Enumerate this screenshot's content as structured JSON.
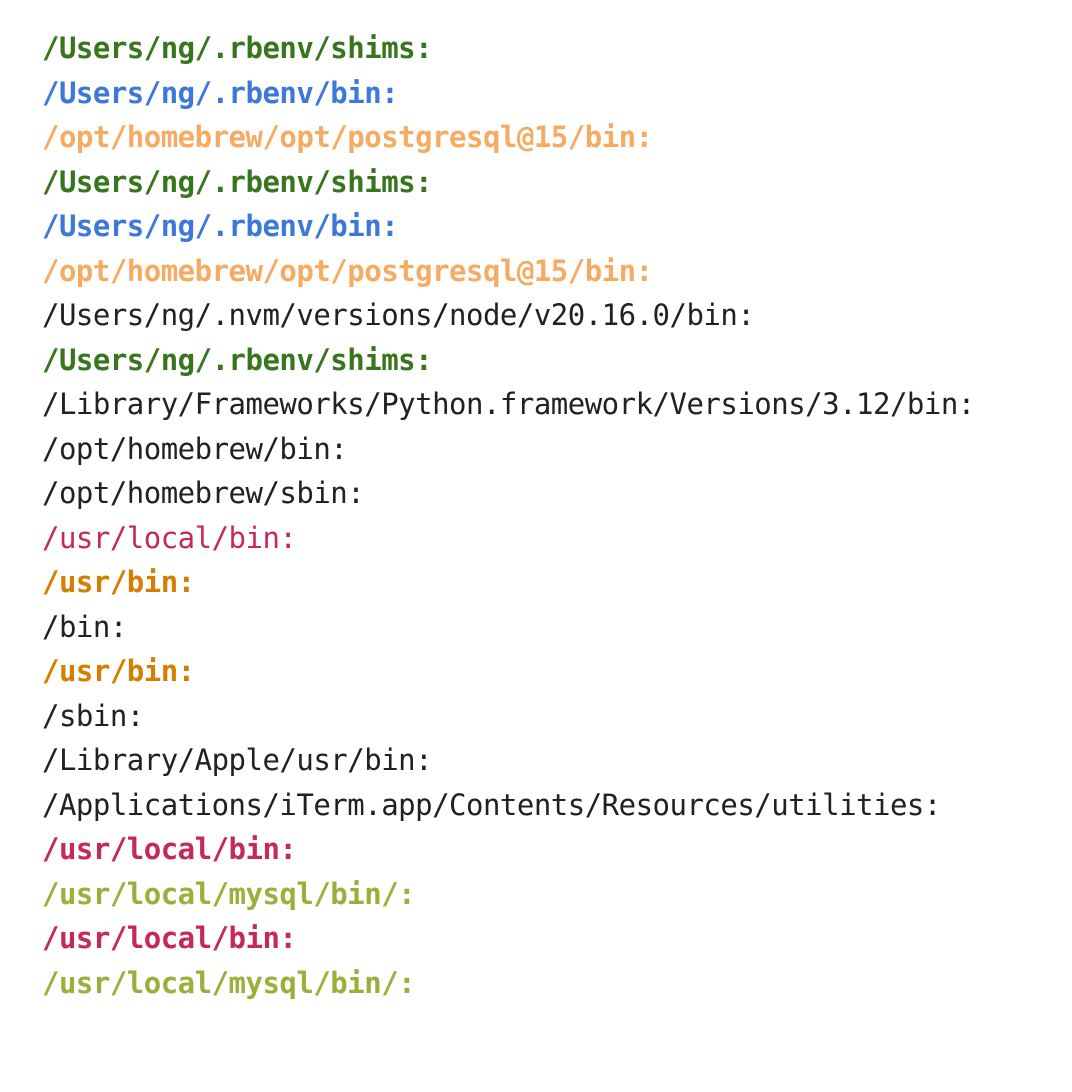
{
  "palette": {
    "green": "#38761d",
    "blue": "#3c78d8",
    "light_orange": "#f6ab63",
    "black": "#202122",
    "crimson": "#c4295a",
    "dark_orange": "#d67e00",
    "olive": "#9fae3b",
    "background": "#ffffff"
  },
  "path_entries": [
    {
      "text": "/Users/ng/.rbenv/shims:",
      "color": "green",
      "bold": true
    },
    {
      "text": "/Users/ng/.rbenv/bin:",
      "color": "blue",
      "bold": true
    },
    {
      "text": "/opt/homebrew/opt/postgresql@15/bin:",
      "color": "light_orange",
      "bold": true
    },
    {
      "text": "/Users/ng/.rbenv/shims:",
      "color": "green",
      "bold": true
    },
    {
      "text": "/Users/ng/.rbenv/bin:",
      "color": "blue",
      "bold": true
    },
    {
      "text": "/opt/homebrew/opt/postgresql@15/bin:",
      "color": "light_orange",
      "bold": true
    },
    {
      "text": "/Users/ng/.nvm/versions/node/v20.16.0/bin:",
      "color": "black",
      "bold": false
    },
    {
      "text": "/Users/ng/.rbenv/shims:",
      "color": "green",
      "bold": true
    },
    {
      "text": "/Library/Frameworks/Python.framework/Versions/3.12/bin:",
      "color": "black",
      "bold": false
    },
    {
      "text": "/opt/homebrew/bin:",
      "color": "black",
      "bold": false
    },
    {
      "text": "/opt/homebrew/sbin:",
      "color": "black",
      "bold": false
    },
    {
      "text": "/usr/local/bin:",
      "color": "crimson",
      "bold": false
    },
    {
      "text": "/usr/bin:",
      "color": "dark_orange",
      "bold": true
    },
    {
      "text": "/bin:",
      "color": "black",
      "bold": false
    },
    {
      "text": "/usr/bin:",
      "color": "dark_orange",
      "bold": true
    },
    {
      "text": "/sbin:",
      "color": "black",
      "bold": false
    },
    {
      "text": "/Library/Apple/usr/bin:",
      "color": "black",
      "bold": false
    },
    {
      "text": "/Applications/iTerm.app/Contents/Resources/utilities:",
      "color": "black",
      "bold": false
    },
    {
      "text": "/usr/local/bin:",
      "color": "crimson",
      "bold": true
    },
    {
      "text": "/usr/local/mysql/bin/:",
      "color": "olive",
      "bold": true
    },
    {
      "text": "/usr/local/bin:",
      "color": "crimson",
      "bold": true
    },
    {
      "text": "/usr/local/mysql/bin/:",
      "color": "olive",
      "bold": true
    }
  ]
}
